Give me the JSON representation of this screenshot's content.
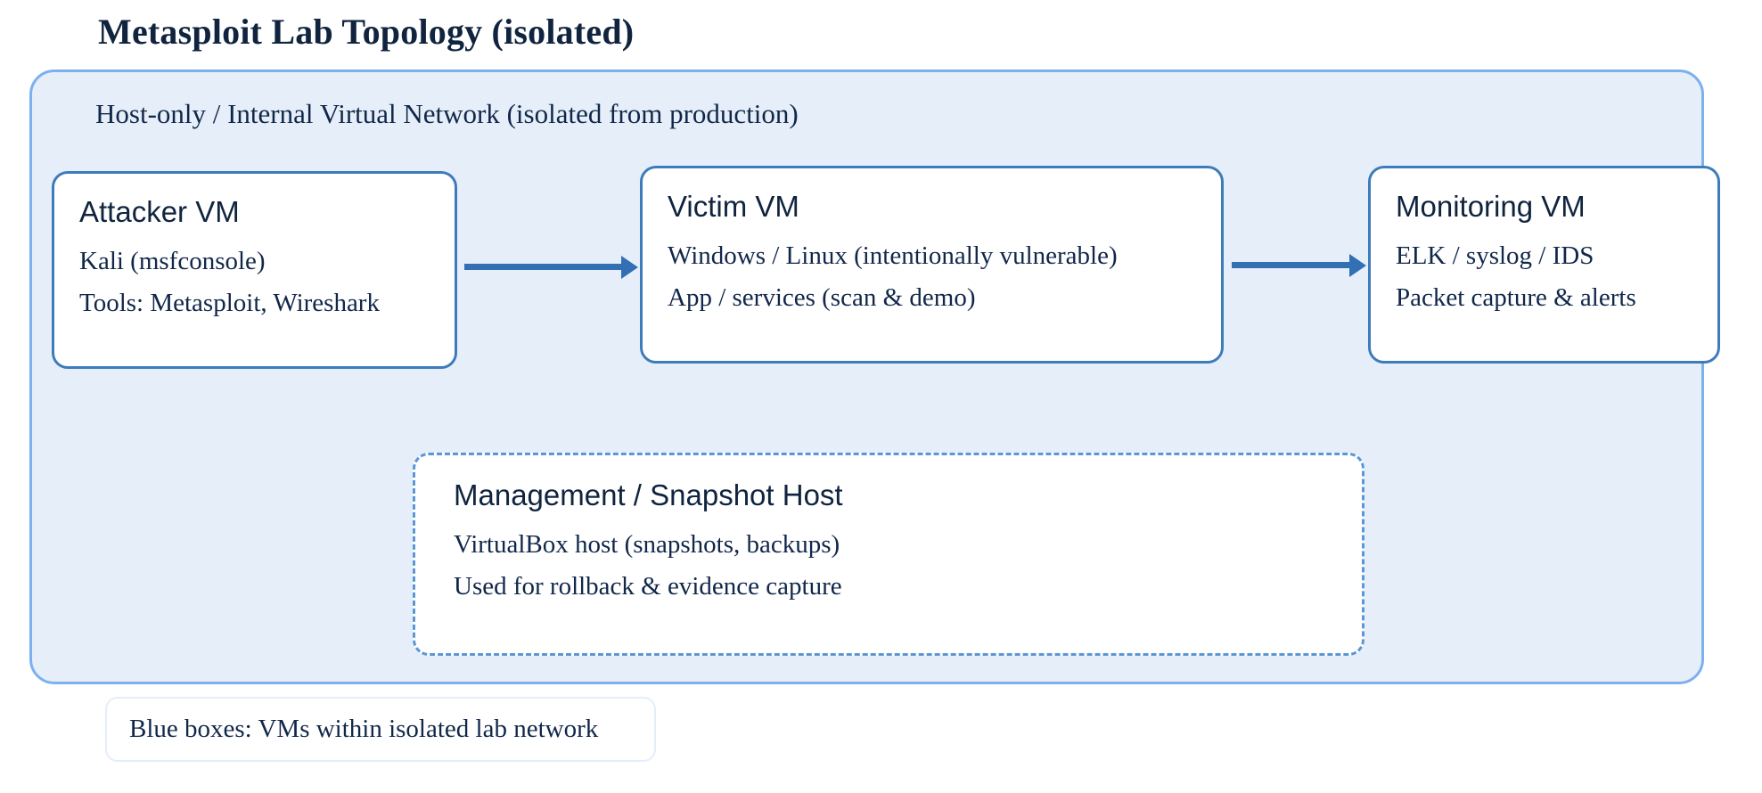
{
  "title": "Metasploit Lab Topology (isolated)",
  "network": {
    "label": "Host-only / Internal Virtual Network (isolated from production)",
    "fill_color": "#e6eff9",
    "border_color": "#7cb0ef"
  },
  "nodes": [
    {
      "id": "attacker",
      "title": "Attacker VM",
      "lines": [
        "Kali (msfconsole)",
        "Tools: Metasploit, Wireshark"
      ],
      "style": "solid",
      "border_color": "#3d7cba"
    },
    {
      "id": "victim",
      "title": "Victim VM",
      "lines": [
        "Windows / Linux (intentionally vulnerable)",
        "App / services (scan & demo)"
      ],
      "style": "solid",
      "border_color": "#3d7cba"
    },
    {
      "id": "monitoring",
      "title": "Monitoring VM",
      "lines": [
        "ELK / syslog / IDS",
        "Packet capture & alerts"
      ],
      "style": "solid",
      "border_color": "#3d7cba"
    },
    {
      "id": "management",
      "title": "Management / Snapshot Host",
      "lines": [
        "VirtualBox host (snapshots, backups)",
        "Used for rollback & evidence capture"
      ],
      "style": "dashed",
      "border_color": "#5b96d6"
    }
  ],
  "arrows": [
    {
      "from": "attacker",
      "to": "victim",
      "color": "#3270b3"
    },
    {
      "from": "victim",
      "to": "monitoring",
      "color": "#3270b3"
    }
  ],
  "legend": {
    "text": "Blue boxes: VMs within isolated lab network"
  }
}
